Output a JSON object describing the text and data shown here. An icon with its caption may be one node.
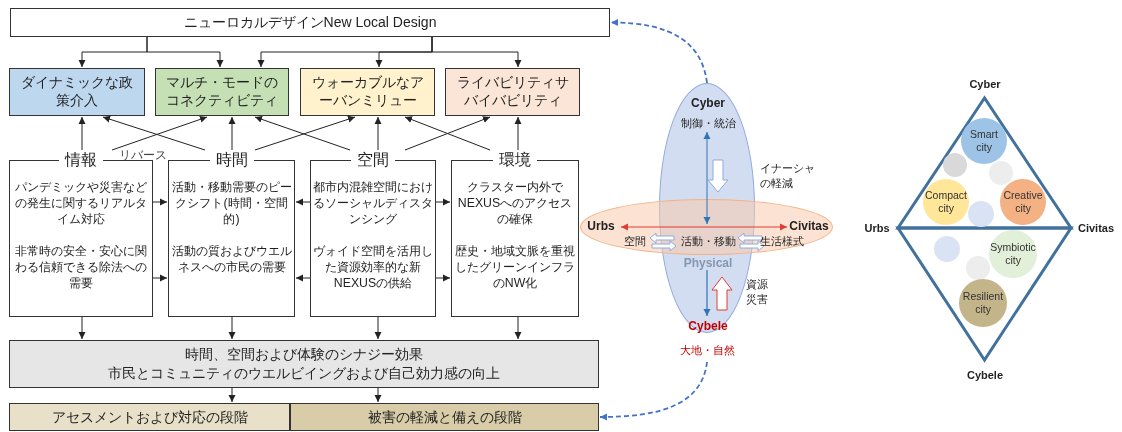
{
  "diagram": {
    "nodes": [
      {
        "text": [
          "ニューロカルデザインNew Local Design"
        ]
      },
      {
        "text": [
          "ダイナミックな政策介入"
        ]
      },
      {
        "text": [
          "マルチ・モードのコネクティビティ"
        ]
      },
      {
        "text": [
          "ウォーカブルなアーバンミリュー"
        ]
      },
      {
        "text": [
          "ライバビリティサバイバビリティ"
        ]
      },
      {
        "text": [
          "情報",
          "パンデミックや災害などの発生に関するリアルタイム対応",
          "非常時の安全・安心に関わる信頼できる除法への需要"
        ]
      },
      {
        "text": [
          "時間",
          "活動・移動需要のピークシフト(時間・空間的)",
          "活動の質およびウエルネスへの市民の需要"
        ]
      },
      {
        "text": [
          "空間",
          "都市内混雑空間におけるソーシャルディスタンシング",
          "ヴォイド空間を活用した資源効率的な新NEXUSの供給"
        ]
      },
      {
        "text": [
          "環境",
          "クラスター内外でNEXUSへのアクセスの確保",
          "歴史・地域文脈を重視したグリーンインフラのNW化"
        ]
      },
      {
        "text": [
          "時間、空間および体験のシナジー効果",
          "市民とコミュニティのウエルビイングおよび自己効力感の向上"
        ]
      },
      {
        "text": [
          "アセスメントおよび対応の段階"
        ]
      },
      {
        "text": [
          "被害の軽減と備えの段階"
        ]
      },
      {
        "text": [
          "Cyber",
          "制御・統治",
          "Physical",
          "Cybele"
        ],
        "beside": [
          "大地・自然"
        ]
      },
      {
        "text": [
          "Urbs",
          "空間",
          "活動・移動",
          "生活様式",
          "Civitas"
        ]
      },
      {
        "text": [],
        "shape": "triangle"
      },
      {
        "text": [
          "Smart city"
        ],
        "in": 14
      },
      {
        "text": [],
        "shape": "circle",
        "in": 14
      },
      {
        "text": [],
        "shape": "circle",
        "in": 14
      },
      {
        "text": [
          "Compact city"
        ],
        "in": 14
      },
      {
        "text": [
          "Creative city"
        ],
        "in": 14
      },
      {
        "text": [],
        "shape": "circle",
        "in": 14
      },
      {
        "text": [],
        "shape": "triangle"
      },
      {
        "text": [],
        "shape": "circle",
        "in": 21
      },
      {
        "text": [
          "Symbiotic city"
        ],
        "in": 21
      },
      {
        "text": [],
        "shape": "circle",
        "in": 21
      },
      {
        "text": [
          "Resilient city"
        ],
        "in": 21
      }
    ],
    "edges": [
      {
        "from": 0,
        "to": 1,
        "arrow": "to"
      },
      {
        "from": 0,
        "to": 2,
        "arrow": "to"
      },
      {
        "from": 0,
        "to": 2,
        "arrow": "to"
      },
      {
        "from": 0,
        "to": 3,
        "arrow": "to"
      },
      {
        "from": 0,
        "to": 4,
        "arrow": "to"
      },
      {
        "from": 5,
        "to": 1,
        "arrow": "to"
      },
      {
        "from": 5,
        "to": 2,
        "arrow": "to"
      },
      {
        "from": 6,
        "to": 1,
        "arrow": "to"
      },
      {
        "from": 6,
        "to": 2,
        "arrow": "to"
      },
      {
        "from": 6,
        "to": 3,
        "arrow": "to"
      },
      {
        "from": 7,
        "to": 2,
        "arrow": "to"
      },
      {
        "from": 7,
        "to": 3,
        "arrow": "to"
      },
      {
        "from": 7,
        "to": 4,
        "arrow": "to"
      },
      {
        "from": 8,
        "to": 3,
        "arrow": "to"
      },
      {
        "from": 8,
        "to": 4,
        "arrow": "to"
      },
      {
        "from": 5,
        "to": 6,
        "arrow": "to"
      },
      {
        "from": 5,
        "to": 6,
        "arrow": "to"
      },
      {
        "from": 7,
        "to": 6,
        "arrow": "to"
      },
      {
        "from": 7,
        "to": 6,
        "arrow": "to"
      },
      {
        "from": 7,
        "to": 8,
        "arrow": "to"
      },
      {
        "from": 7,
        "to": 8,
        "arrow": "to"
      },
      {
        "from": 5,
        "to": 9,
        "arrow": "to"
      },
      {
        "from": 6,
        "to": 9,
        "arrow": "to"
      },
      {
        "from": 7,
        "to": 9,
        "arrow": "to"
      },
      {
        "from": 8,
        "to": 9,
        "arrow": "to"
      },
      {
        "from": 9,
        "to": 10,
        "arrow": "to"
      },
      {
        "from": 9,
        "to": 11,
        "arrow": "to"
      },
      {
        "from": 12,
        "to": 0,
        "arrow": "to",
        "style": "dashed",
        "color": "#4472c4"
      },
      {
        "from": 12,
        "to": 11,
        "arrow": "to",
        "style": "dashed",
        "color": "#4472c4"
      },
      {
        "from": 12,
        "to": 13,
        "arrow": "both",
        "color": "#2e75b6"
      }
    ],
    "labels": [
      "リバース",
      "イナーシャの軽減",
      "資源災害",
      "Cyber",
      "Urbs",
      "Civitas",
      "Cybele"
    ]
  }
}
